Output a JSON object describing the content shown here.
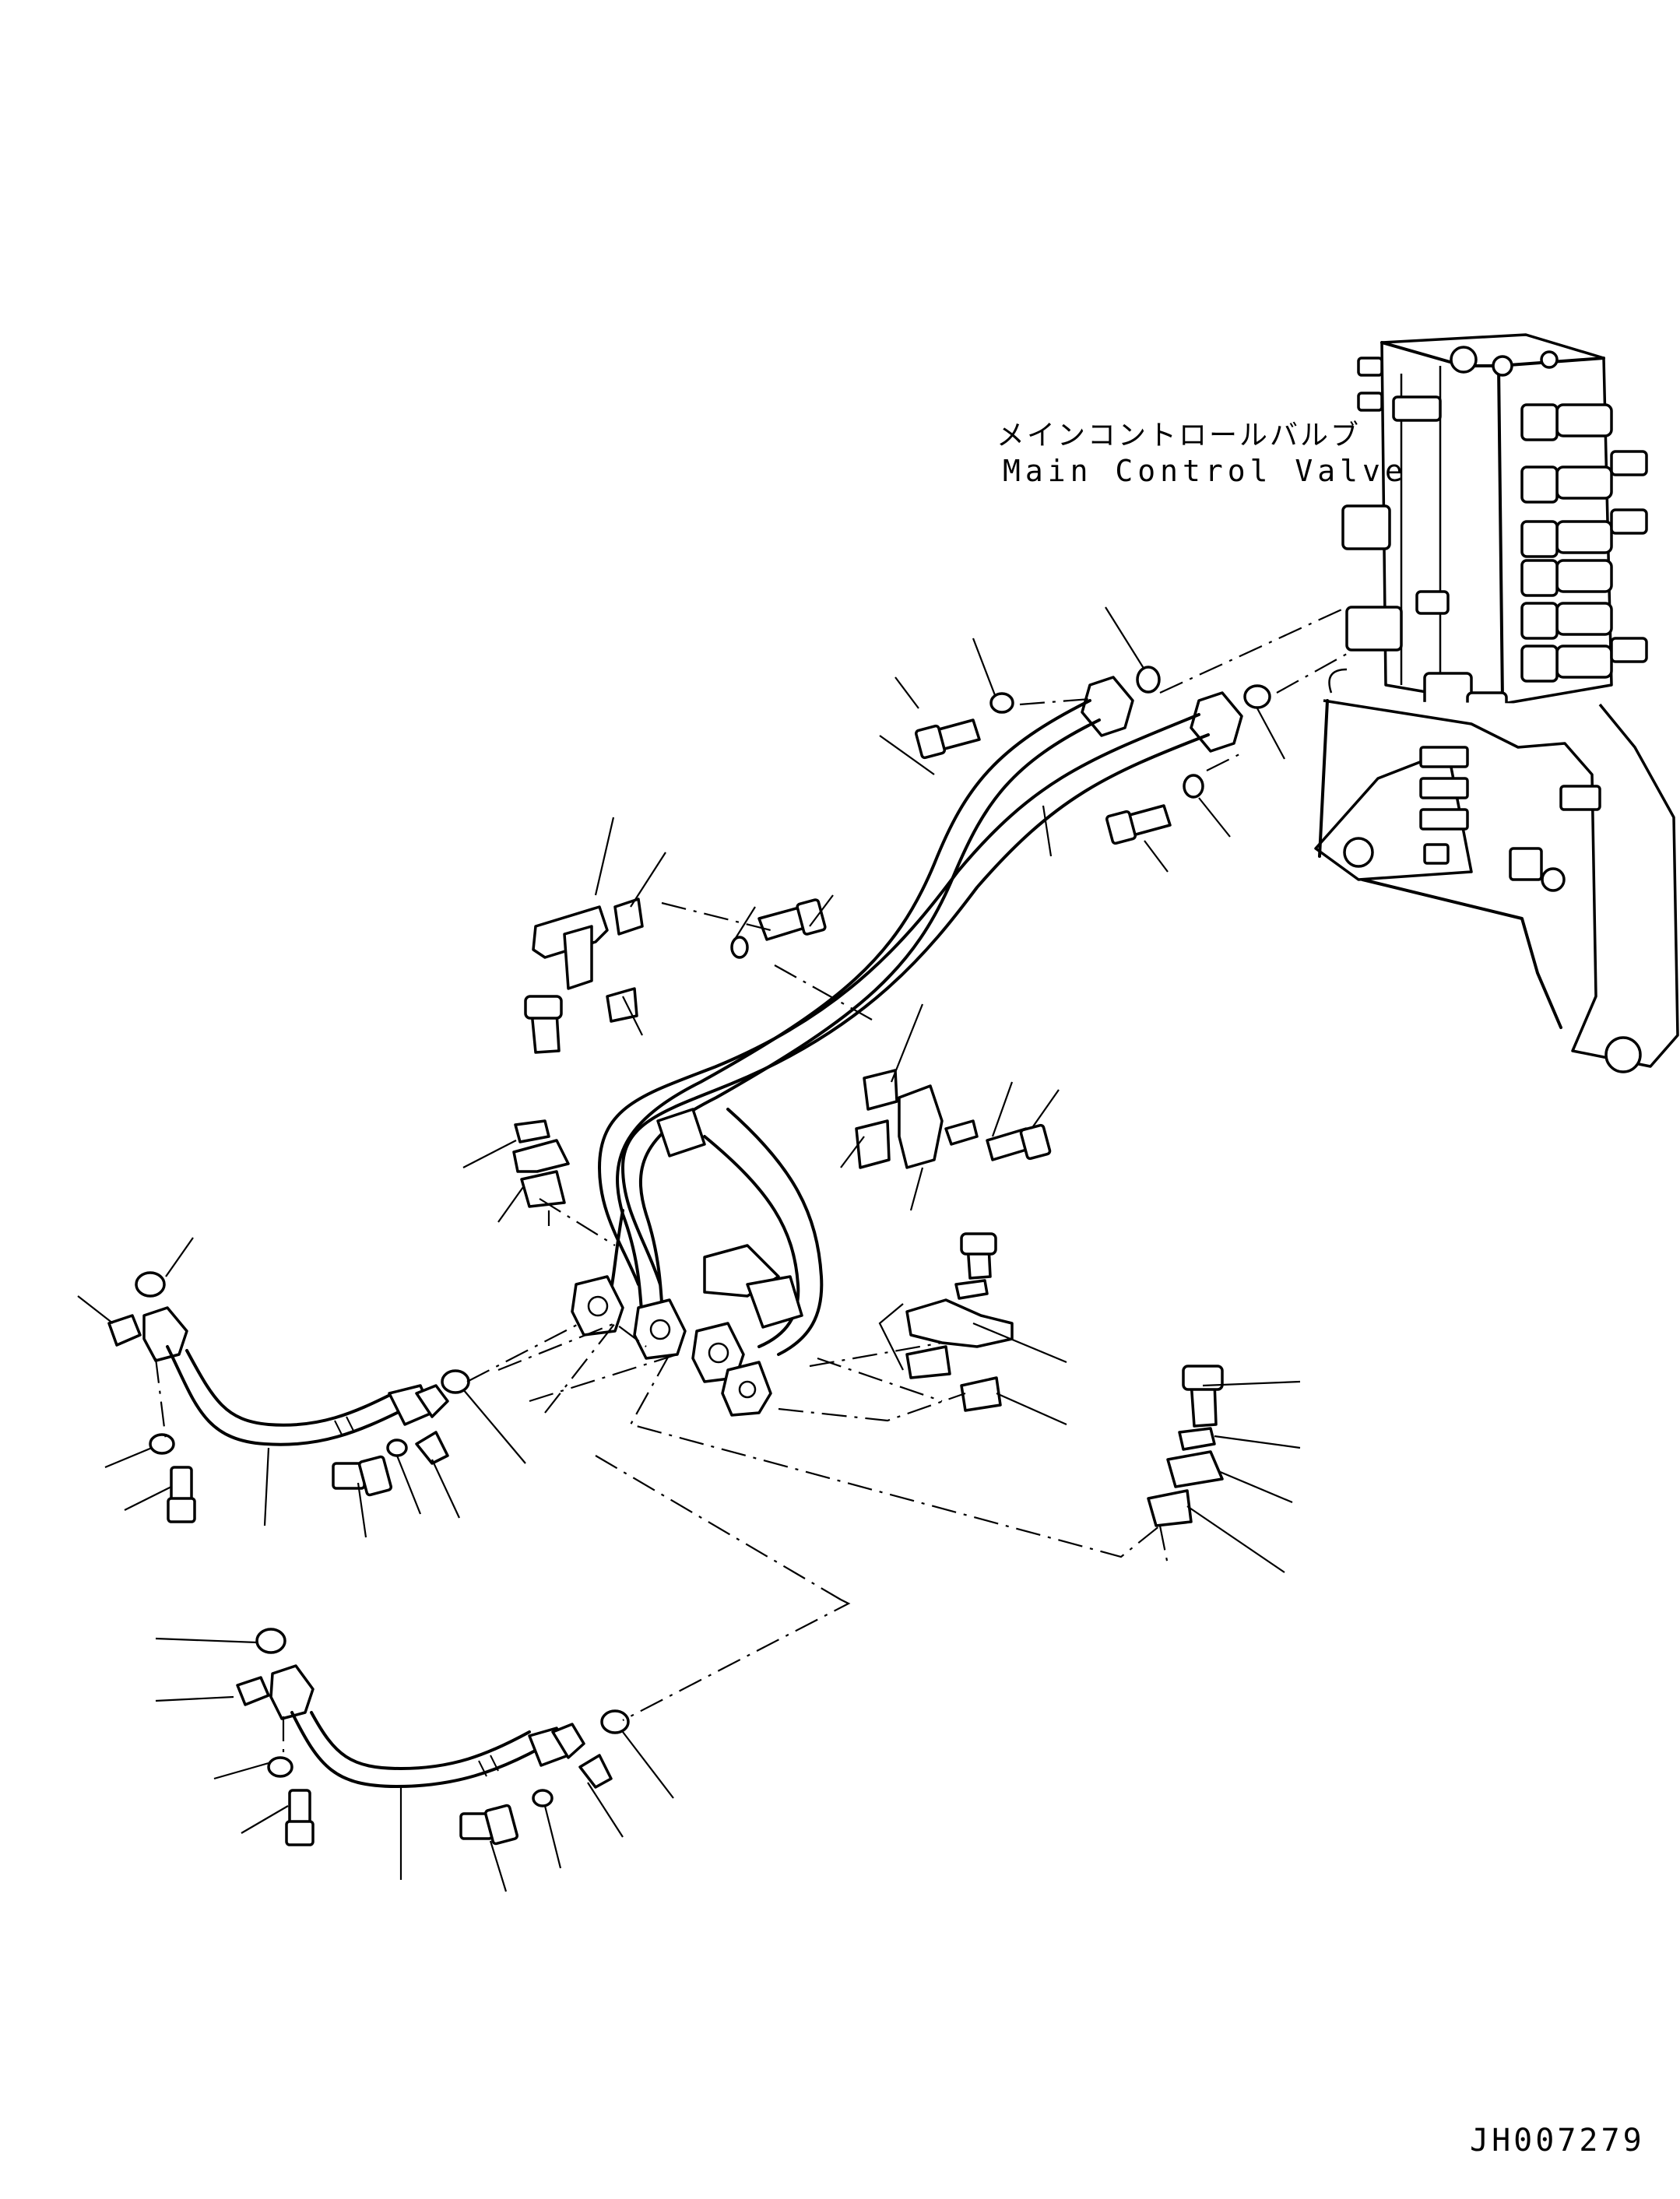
{
  "labels": {
    "main_control_valve_jp": "メインコントロールバルブ",
    "main_control_valve_en": "Main Control Valve"
  },
  "drawing_number": "JH007279"
}
